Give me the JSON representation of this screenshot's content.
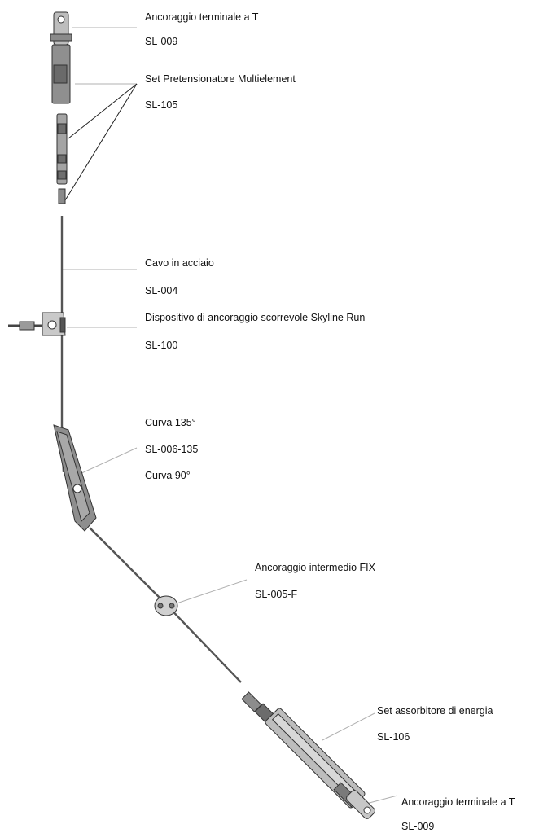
{
  "components": [
    {
      "id": "terminal-top",
      "name": "Ancoraggio terminale a T",
      "code": "SL-009"
    },
    {
      "id": "pretensioner",
      "name": "Set Pretensionatore Multielement",
      "code": "SL-105"
    },
    {
      "id": "cable",
      "name": "Cavo in acciaio",
      "code": "SL-004"
    },
    {
      "id": "sliding",
      "name": "Dispositivo di ancoraggio scorrevole Skyline Run",
      "code": "SL-100"
    },
    {
      "id": "curve",
      "name": "Curva 135°",
      "code": "SL-006-135",
      "extra": "Curva 90°"
    },
    {
      "id": "intermediate",
      "name": "Ancoraggio intermedio FIX",
      "code": "SL-005-F"
    },
    {
      "id": "absorber",
      "name": "Set assorbitore di energia",
      "code": "SL-106"
    },
    {
      "id": "terminal-bottom",
      "name": "Ancoraggio terminale a T",
      "code": "SL-009"
    }
  ],
  "colors": {
    "metal": "#9a9a9a",
    "metal_dark": "#555555",
    "leader": "#aaaaaa",
    "text": "#111111"
  }
}
